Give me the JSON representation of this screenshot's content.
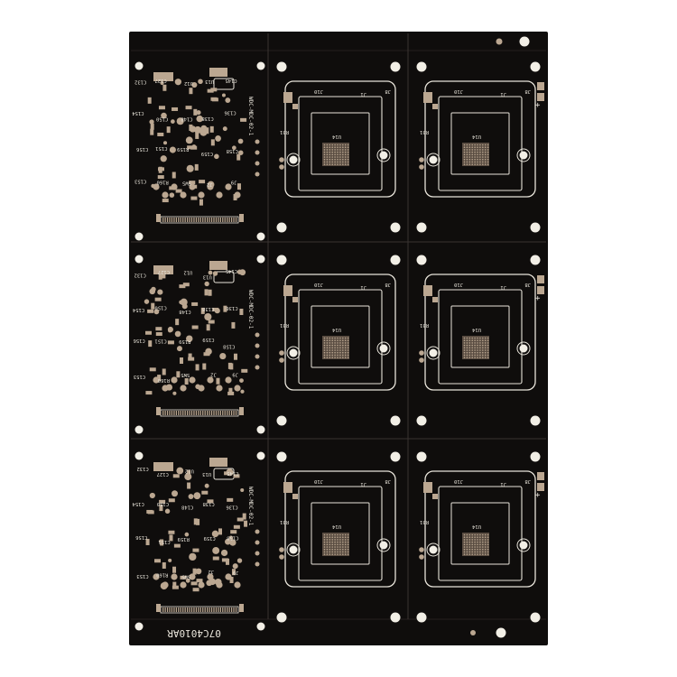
{
  "colors": {
    "background": "#ffffff",
    "board": "#0f0d0c",
    "divider": "#3a3431",
    "silkscreen": "#e8e4da",
    "copper_pad": "#bba791",
    "hole": "#f2efe6",
    "bga": "#5a4d42"
  },
  "panel": {
    "rows": 3,
    "columns": 3,
    "board_marking": "07C4010AR"
  },
  "left_board": {
    "labels": [
      "C132",
      "C127",
      "U12",
      "U13",
      "C145",
      "C154",
      "C150",
      "C148",
      "C138",
      "C136",
      "C156",
      "C151",
      "R159",
      "C159",
      "C158",
      "C153",
      "R160",
      "SW5",
      "J2",
      "J9"
    ],
    "side_text": "WDC-MDC-02-1"
  },
  "socket_board": {
    "labels": [
      "J10",
      "J1",
      "J8",
      "R01",
      "U14"
    ],
    "plus_marker": "+"
  }
}
